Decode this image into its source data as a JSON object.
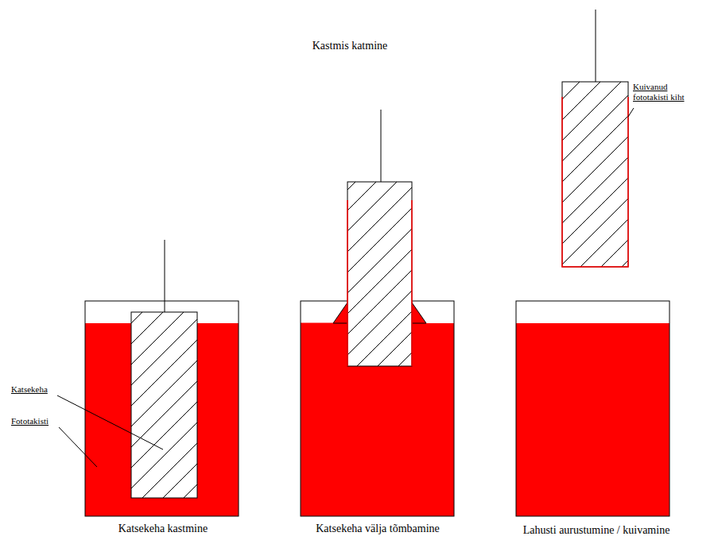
{
  "diagram": {
    "title": "Kastmis katmine",
    "labels": [
      "Katsekeha",
      "Fototakisti",
      "Kuivanud fototakisti kiht",
      "Katsekeha kastmine",
      "Katsekeha välja tõmbamine",
      "Lahusti aurustumine / kuivamine"
    ]
  }
}
